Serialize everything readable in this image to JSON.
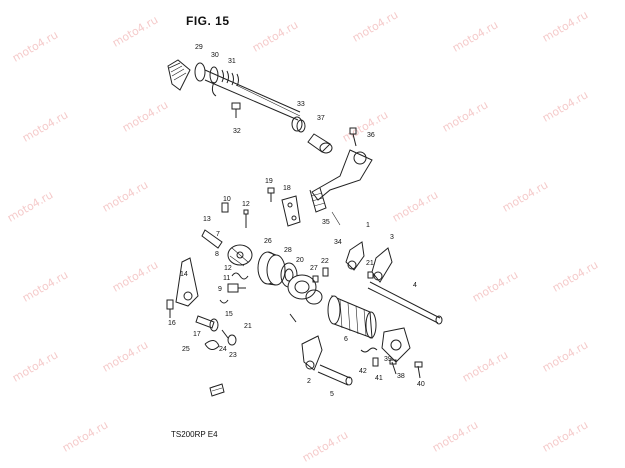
{
  "figure": {
    "title": "FIG. 15",
    "footer": "TS200RP E4"
  },
  "watermark": {
    "text": "moto4.ru",
    "color": "#f2b9b9"
  },
  "parts": {
    "p1": "1",
    "p2": "2",
    "p3": "3",
    "p4": "4",
    "p5": "5",
    "p6": "6",
    "p7": "7",
    "p8": "8",
    "p9": "9",
    "p10": "10",
    "p11": "11",
    "p12": "12",
    "p13": "13",
    "p14": "14",
    "p15": "15",
    "p16": "16",
    "p17": "17",
    "p18": "18",
    "p19": "19",
    "p20": "20",
    "p21": "21",
    "p21b": "21",
    "p22": "22",
    "p23": "23",
    "p24": "24",
    "p25": "25",
    "p26": "26",
    "p27": "27",
    "p28": "28",
    "p29": "29",
    "p30": "30",
    "p31": "31",
    "p32": "32",
    "p33": "33",
    "p34": "34",
    "p35": "35",
    "p36": "36",
    "p37": "37",
    "p38": "38",
    "p39": "39",
    "p40": "40",
    "p41": "41",
    "p42": "42"
  }
}
